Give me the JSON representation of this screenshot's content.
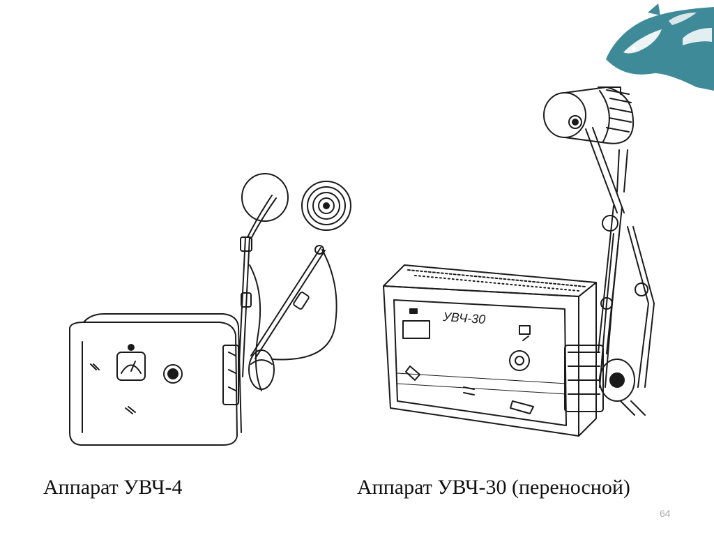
{
  "slide": {
    "captions": {
      "left": "Аппарат УВЧ-4",
      "right": "Аппарат УВЧ-30 (переносной)"
    },
    "device_right_panel_label": "УВЧ-30",
    "page_number": "64",
    "logo_icon": "horse-head-icon",
    "colors": {
      "logo": "#3f8a98",
      "ink": "#1a1a1a"
    }
  }
}
